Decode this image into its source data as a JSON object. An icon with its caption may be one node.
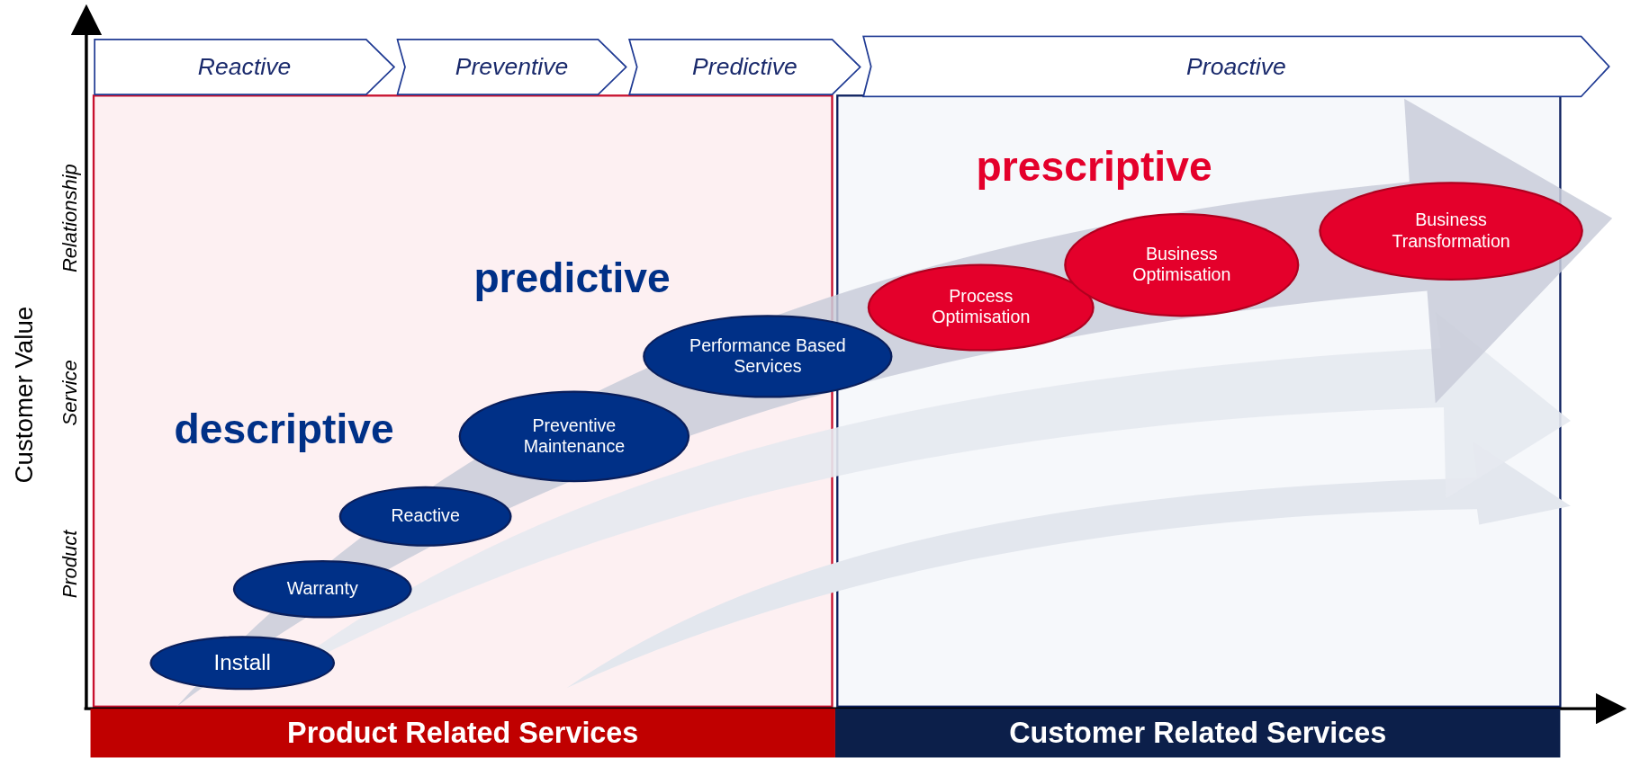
{
  "diagram": {
    "nodes": [
      {
        "text": [
          "Reactive"
        ]
      },
      {
        "text": [
          "Preventive"
        ]
      },
      {
        "text": [
          "Predictive"
        ]
      },
      {
        "text": [
          "Proactive"
        ]
      },
      {
        "text": [
          "Install"
        ]
      },
      {
        "text": [
          "Warranty"
        ]
      },
      {
        "text": [
          "Reactive"
        ]
      },
      {
        "text": [
          "Preventive Maintenance"
        ]
      },
      {
        "text": [
          "Performance Based Services"
        ]
      },
      {
        "text": [
          "Process Optimisation"
        ]
      },
      {
        "text": [
          "Business Optimisation"
        ]
      },
      {
        "text": [
          "Business Transformation"
        ]
      },
      {
        "text": [
          "Product Related Services"
        ]
      },
      {
        "text": [
          "Customer Related Services"
        ]
      }
    ],
    "edges": [],
    "labels": [
      "Customer Value",
      "Relationship",
      "Service",
      "Product",
      "prescriptive",
      "predictive",
      "descriptive"
    ]
  }
}
